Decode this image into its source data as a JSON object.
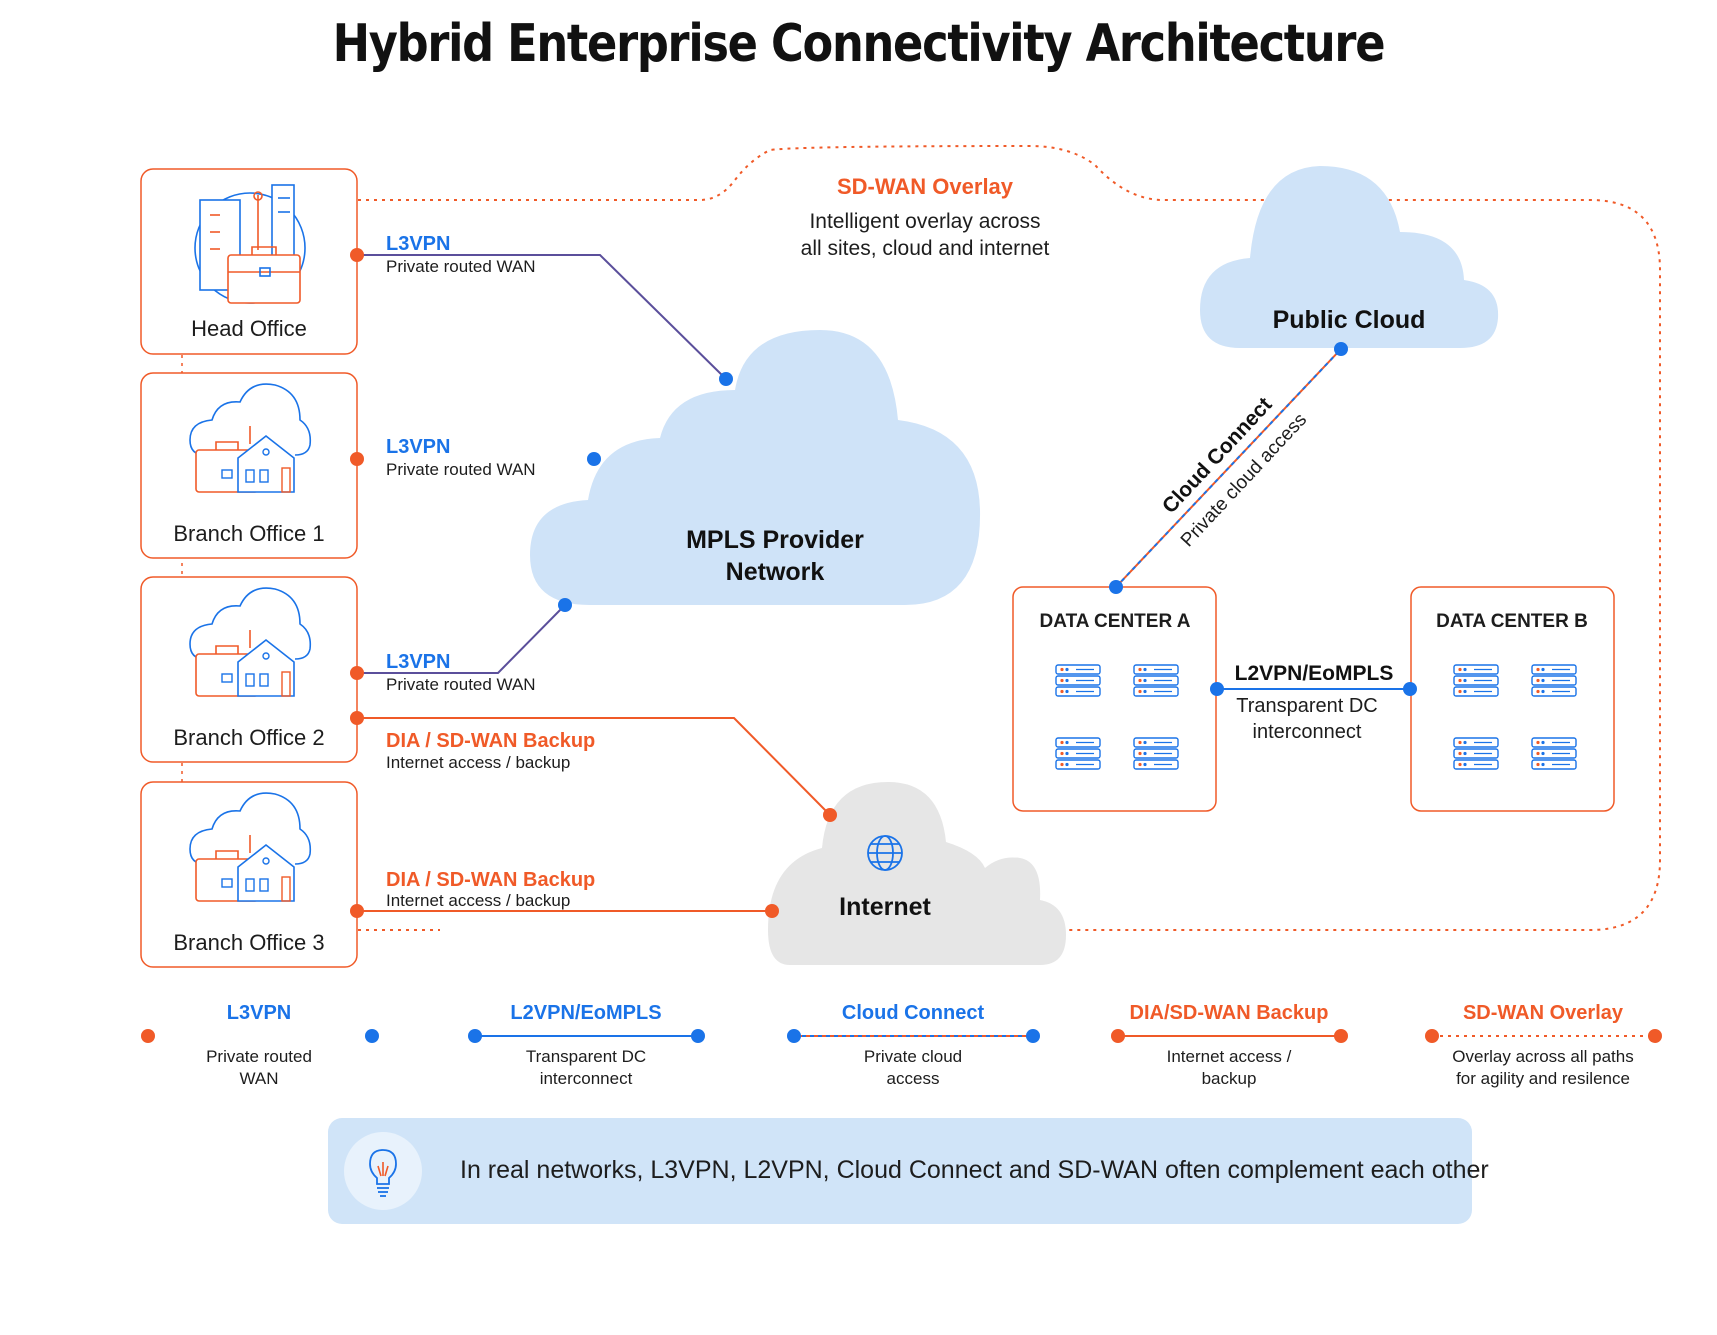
{
  "title": "Hybrid Enterprise Connectivity Architecture",
  "colors": {
    "orange": "#f05a28",
    "blue": "#1a73e8",
    "mpls_cloud": "#cfe3f8",
    "internet_cloud": "#e6e6e6",
    "tip_bg": "#d0e4f8"
  },
  "sites": {
    "head_office": "Head Office",
    "branch_1": "Branch Office 1",
    "branch_2": "Branch Office 2",
    "branch_3": "Branch Office 3"
  },
  "clouds": {
    "mpls_line1": "MPLS Provider",
    "mpls_line2": "Network",
    "internet": "Internet",
    "public": "Public Cloud"
  },
  "overlay": {
    "title": "SD-WAN Overlay",
    "desc_line1": "Intelligent overlay across",
    "desc_line2": "all sites, cloud and internet"
  },
  "links": {
    "l3vpn_title": "L3VPN",
    "l3vpn_sub": "Private routed WAN",
    "dia_title": "DIA / SD-WAN Backup",
    "dia_sub": "Internet access / backup",
    "l2vpn_title": "L2VPN/EoMPLS",
    "l2vpn_sub_line1": "Transparent DC",
    "l2vpn_sub_line2": "interconnect",
    "cloud_connect_title": "Cloud Connect",
    "cloud_connect_sub": "Private cloud access"
  },
  "data_centers": {
    "a": "DATA CENTER A",
    "b": "DATA CENTER B"
  },
  "legend": [
    {
      "title": "L3VPN",
      "line1": "Private routed",
      "line2": "WAN",
      "style": "l3vpn"
    },
    {
      "title": "L2VPN/EoMPLS",
      "line1": "Transparent DC",
      "line2": "interconnect",
      "style": "l2vpn"
    },
    {
      "title": "Cloud Connect",
      "line1": "Private cloud",
      "line2": "access",
      "style": "cloud"
    },
    {
      "title": "DIA/SD-WAN Backup",
      "line1": "Internet access /",
      "line2": "backup",
      "style": "dia"
    },
    {
      "title": "SD-WAN Overlay",
      "line1": "Overlay across all paths",
      "line2": "for agility and resilence",
      "style": "overlay"
    }
  ],
  "tip": "In real networks, L3VPN, L2VPN, Cloud Connect and SD-WAN often complement each other"
}
